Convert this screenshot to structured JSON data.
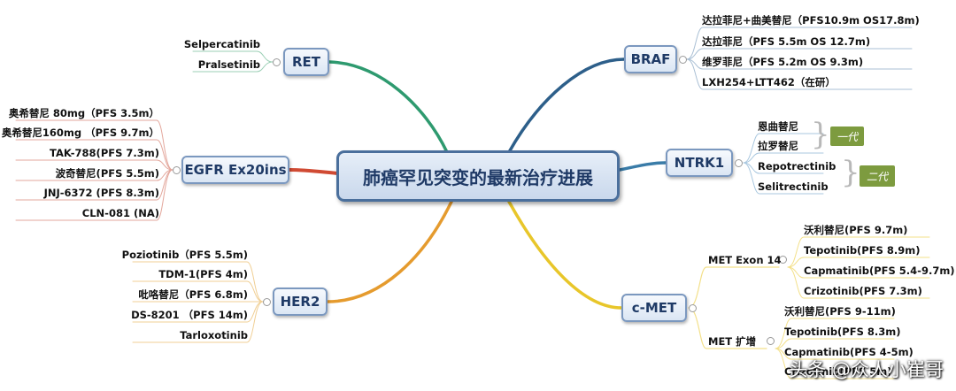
{
  "root": {
    "title": "肺癌罕见突变的最新治疗进展"
  },
  "branches": {
    "ret": {
      "label": "RET",
      "color": "#2e9a6f",
      "leaves": [
        "Selpercatinib",
        "Pralsetinib"
      ]
    },
    "egfr": {
      "label": "EGFR Ex20ins",
      "color": "#d04a33",
      "leaves": [
        "奥希替尼 80mg（PFS 3.5m）",
        "奥希替尼160mg （PFS 9.7m）",
        "TAK-788(PFS 7.3m)",
        "波奇替尼(PFS 5.5m)",
        "JNJ-6372 (PFS 8.3m)",
        "CLN-081 (NA)"
      ]
    },
    "her2": {
      "label": "HER2",
      "color": "#e59b2e",
      "leaves": [
        "Poziotinib（PFS 5.5m)",
        "TDM-1(PFS 4m)",
        "吡咯替尼（PFS 6.8m)",
        "DS-8201 （PFS 14m)",
        "Tarloxotinib"
      ]
    },
    "braf": {
      "label": "BRAF",
      "color": "#2d5f8a",
      "leaves": [
        "达拉菲尼+曲美替尼（PFS10.9m OS17.8m)",
        "达拉菲尼（PFS 5.5m OS 12.7m)",
        "维罗菲尼（PFS 5.2m OS 9.3m)",
        "LXH254+LTT462（在研）"
      ]
    },
    "ntrk": {
      "label": "NTRK1",
      "color": "#3a7ca8",
      "leaves": [
        "恩曲替尼",
        "拉罗替尼",
        "Repotrectinib",
        "Selitrectinib"
      ],
      "tags": [
        "一代",
        "二代"
      ]
    },
    "cmet": {
      "label": "c-MET",
      "color": "#e8c62a",
      "groups": [
        {
          "label": "MET Exon 14",
          "leaves": [
            "沃利替尼(PFS 9.7m)",
            "Tepotinib(PFS 8.9m)",
            "Capmatinib(PFS 5.4-9.7m)",
            "Crizotinib(PFS 7.3m)"
          ]
        },
        {
          "label": "MET 扩增",
          "leaves": [
            "沃利替尼(PFS 9-11m)",
            "Tepotinib(PFS 8.3m)",
            "Capmatinib(PFS 4-5m)",
            "Crizotinib(PFS 5m)"
          ]
        }
      ]
    }
  },
  "watermark": "头条 @众人小崔哥"
}
